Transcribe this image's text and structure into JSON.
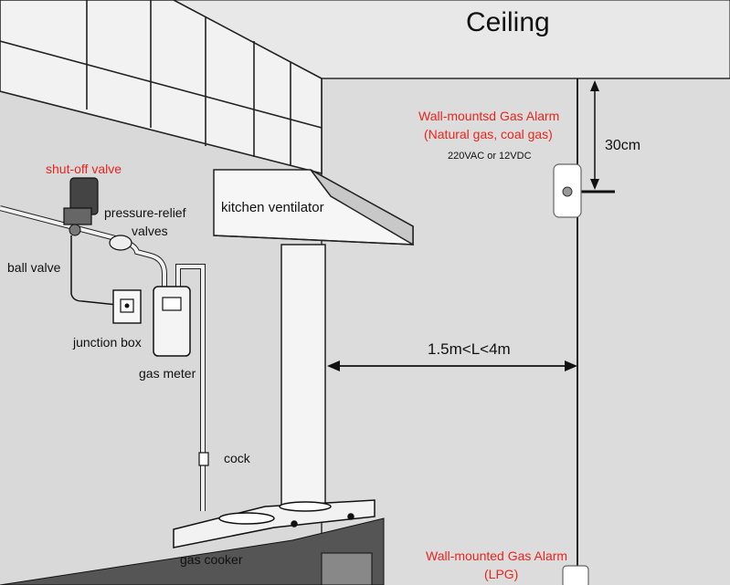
{
  "labels": {
    "ceiling": "Ceiling",
    "alarm_top_line1": "Wall-mountsd Gas Alarm",
    "alarm_top_line2": "(Natural gas, coal gas)",
    "alarm_top_power": "220VAC or 12VDC",
    "dim_30cm": "30cm",
    "kitchen_ventilator": "kitchen ventilator",
    "shut_off_valve": "shut-off valve",
    "pressure_relief_line1": "pressure-relief",
    "pressure_relief_line2": "valves",
    "ball_valve": "ball valve",
    "junction_box": "junction box",
    "gas_meter": "gas meter",
    "distance": "1.5m<L<4m",
    "cock": "cock",
    "gas_cooker": "gas cooker",
    "alarm_bottom_line1": "Wall-mounted Gas Alarm",
    "alarm_bottom_line2": "(LPG)"
  },
  "colors": {
    "label_red": "#e8251d",
    "wall": "#d8d8d8",
    "ceiling": "#e6e6e6",
    "outline": "#1a1a1a"
  }
}
